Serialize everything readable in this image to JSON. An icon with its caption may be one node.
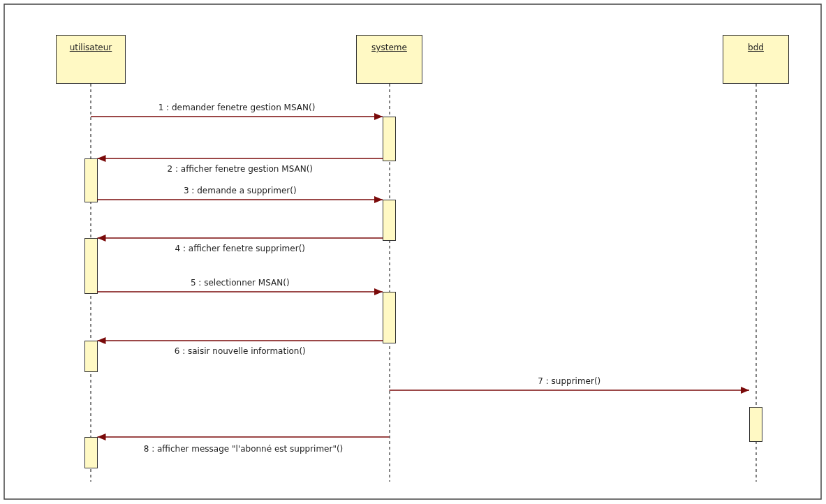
{
  "diagram": {
    "nodes": [
      {
        "text": [
          "utilisateur"
        ]
      },
      {
        "text": [
          "systeme"
        ]
      },
      {
        "text": [
          "bdd"
        ]
      },
      {
        "text": [],
        "shape": "bar",
        "in": 1
      },
      {
        "text": [],
        "shape": "bar",
        "in": 0
      },
      {
        "text": [],
        "shape": "bar",
        "in": 1
      },
      {
        "text": [],
        "shape": "bar",
        "in": 0
      },
      {
        "text": [],
        "shape": "bar",
        "in": 1
      },
      {
        "text": [],
        "shape": "bar",
        "in": 0
      },
      {
        "text": [],
        "shape": "bar",
        "in": 2
      },
      {
        "text": [],
        "shape": "bar",
        "in": 0
      }
    ],
    "edges": [
      {
        "from": 0,
        "to": 3,
        "arrow": "to",
        "label": "1 : demander fenetre gestion MSAN()"
      },
      {
        "from": 3,
        "to": 4,
        "arrow": "to",
        "label": "2 : afficher fenetre gestion MSAN()"
      },
      {
        "from": 4,
        "to": 5,
        "arrow": "to",
        "label": "3 : demande a supprimer()"
      },
      {
        "from": 5,
        "to": 6,
        "arrow": "to",
        "label": "4 : afficher fenetre supprimer()"
      },
      {
        "from": 6,
        "to": 7,
        "arrow": "to",
        "label": "5 : selectionner MSAN()"
      },
      {
        "from": 7,
        "to": 8,
        "arrow": "to",
        "label": "6 : saisir nouvelle information()"
      },
      {
        "from": 1,
        "to": 9,
        "arrow": "to",
        "label": "7 : supprimer()"
      },
      {
        "from": 1,
        "to": 10,
        "arrow": "to",
        "label": "8 : afficher message \"l'abonné est supprimer\"()"
      }
    ]
  }
}
